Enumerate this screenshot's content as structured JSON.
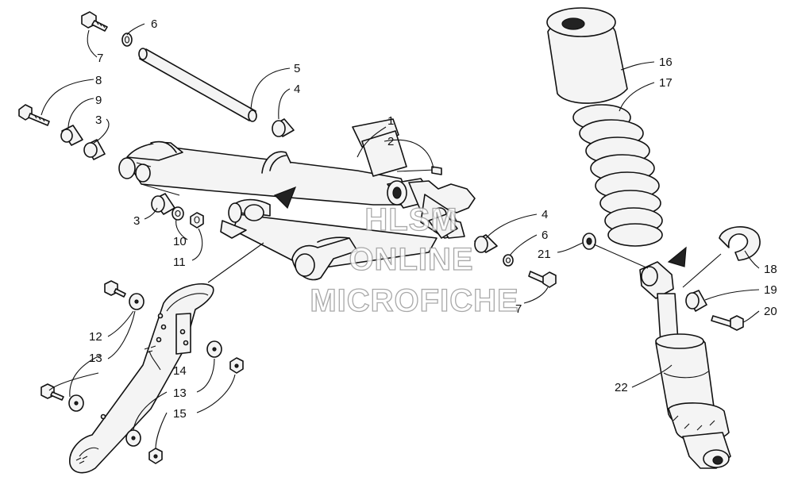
{
  "watermark": {
    "line1": "HLSM",
    "line2": "ONLINE",
    "line3": "MICROFICHE"
  },
  "callouts": [
    {
      "id": "c6a",
      "text": "6"
    },
    {
      "id": "c7a",
      "text": "7"
    },
    {
      "id": "c5",
      "text": "5"
    },
    {
      "id": "c4a",
      "text": "4"
    },
    {
      "id": "c8",
      "text": "8"
    },
    {
      "id": "c9",
      "text": "9"
    },
    {
      "id": "c3a",
      "text": "3"
    },
    {
      "id": "c1",
      "text": "1"
    },
    {
      "id": "c2",
      "text": "2"
    },
    {
      "id": "c3b",
      "text": "3"
    },
    {
      "id": "c10",
      "text": "10"
    },
    {
      "id": "c11",
      "text": "11"
    },
    {
      "id": "c4b",
      "text": "4"
    },
    {
      "id": "c6b",
      "text": "6"
    },
    {
      "id": "c21",
      "text": "21"
    },
    {
      "id": "c7b",
      "text": "7"
    },
    {
      "id": "c12",
      "text": "12"
    },
    {
      "id": "c13a",
      "text": "13"
    },
    {
      "id": "c14",
      "text": "14"
    },
    {
      "id": "c13b",
      "text": "13"
    },
    {
      "id": "c15",
      "text": "15"
    },
    {
      "id": "c16",
      "text": "16"
    },
    {
      "id": "c17",
      "text": "17"
    },
    {
      "id": "c18",
      "text": "18"
    },
    {
      "id": "c19",
      "text": "19"
    },
    {
      "id": "c20",
      "text": "20"
    },
    {
      "id": "c22",
      "text": "22"
    }
  ]
}
